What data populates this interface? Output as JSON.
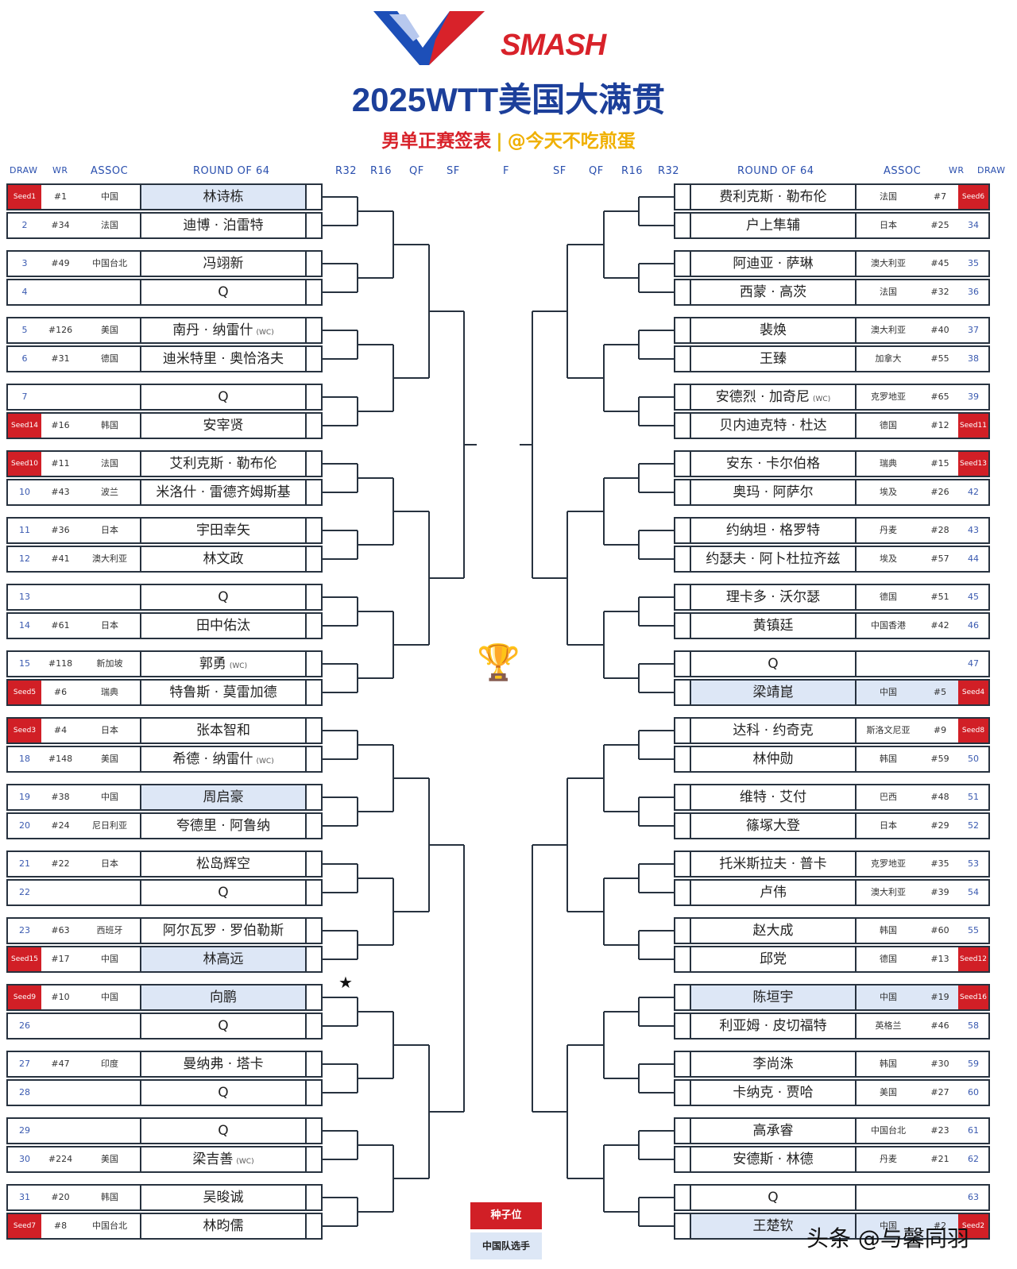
{
  "header": {
    "logo_text": "SMASH",
    "title": "2025WTT美国大满贯",
    "subtitle_left": "男单正赛签表",
    "subtitle_sep": "|",
    "subtitle_right": "@今天不吃煎蛋"
  },
  "columns": {
    "left": {
      "draw": "DRAW",
      "wr": "WR",
      "assoc": "ASSOC",
      "round": "ROUND OF 64"
    },
    "rounds": [
      "R32",
      "R16",
      "QF",
      "SF",
      "F",
      "SF",
      "QF",
      "R16",
      "R32"
    ],
    "right": {
      "round": "ROUND OF 64",
      "assoc": "ASSOC",
      "wr": "WR",
      "draw": "DRAW"
    }
  },
  "left_players": [
    {
      "draw": "Seed1",
      "seed": true,
      "wr": "#1",
      "assoc": "中国",
      "name": "林诗栋",
      "cn": true
    },
    {
      "draw": "2",
      "wr": "#34",
      "assoc": "法国",
      "name": "迪博 · 泊雷特"
    },
    {
      "draw": "3",
      "wr": "#49",
      "assoc": "中国台北",
      "name": "冯翊新"
    },
    {
      "draw": "4",
      "wr": "",
      "assoc": "",
      "name": "Q"
    },
    {
      "draw": "5",
      "wr": "#126",
      "assoc": "美国",
      "name": "南丹 · 纳雷什",
      "tag": "(WC)"
    },
    {
      "draw": "6",
      "wr": "#31",
      "assoc": "德国",
      "name": "迪米特里 · 奥恰洛夫"
    },
    {
      "draw": "7",
      "wr": "",
      "assoc": "",
      "name": "Q"
    },
    {
      "draw": "Seed14",
      "seed": true,
      "wr": "#16",
      "assoc": "韩国",
      "name": "安宰贤"
    },
    {
      "draw": "Seed10",
      "seed": true,
      "wr": "#11",
      "assoc": "法国",
      "name": "艾利克斯 · 勒布伦"
    },
    {
      "draw": "10",
      "wr": "#43",
      "assoc": "波兰",
      "name": "米洛什 · 雷德齐姆斯基"
    },
    {
      "draw": "11",
      "wr": "#36",
      "assoc": "日本",
      "name": "宇田幸矢"
    },
    {
      "draw": "12",
      "wr": "#41",
      "assoc": "澳大利亚",
      "name": "林文政"
    },
    {
      "draw": "13",
      "wr": "",
      "assoc": "",
      "name": "Q"
    },
    {
      "draw": "14",
      "wr": "#61",
      "assoc": "日本",
      "name": "田中佑汰"
    },
    {
      "draw": "15",
      "wr": "#118",
      "assoc": "新加坡",
      "name": "郭勇",
      "tag": "(WC)"
    },
    {
      "draw": "Seed5",
      "seed": true,
      "wr": "#6",
      "assoc": "瑞典",
      "name": "特鲁斯 · 莫雷加德"
    },
    {
      "draw": "Seed3",
      "seed": true,
      "wr": "#4",
      "assoc": "日本",
      "name": "张本智和"
    },
    {
      "draw": "18",
      "wr": "#148",
      "assoc": "美国",
      "name": "希德 · 纳雷什",
      "tag": "(WC)"
    },
    {
      "draw": "19",
      "wr": "#38",
      "assoc": "中国",
      "name": "周启豪",
      "cn": true
    },
    {
      "draw": "20",
      "wr": "#24",
      "assoc": "尼日利亚",
      "name": "夸德里 · 阿鲁纳"
    },
    {
      "draw": "21",
      "wr": "#22",
      "assoc": "日本",
      "name": "松岛辉空"
    },
    {
      "draw": "22",
      "wr": "",
      "assoc": "",
      "name": "Q"
    },
    {
      "draw": "23",
      "wr": "#63",
      "assoc": "西班牙",
      "name": "阿尔瓦罗 · 罗伯勒斯"
    },
    {
      "draw": "Seed15",
      "seed": true,
      "wr": "#17",
      "assoc": "中国",
      "name": "林高远",
      "cn": true
    },
    {
      "draw": "Seed9",
      "seed": true,
      "wr": "#10",
      "assoc": "中国",
      "name": "向鹏",
      "cn": true
    },
    {
      "draw": "26",
      "wr": "",
      "assoc": "",
      "name": "Q"
    },
    {
      "draw": "27",
      "wr": "#47",
      "assoc": "印度",
      "name": "曼纳弗 · 塔卡"
    },
    {
      "draw": "28",
      "wr": "",
      "assoc": "",
      "name": "Q"
    },
    {
      "draw": "29",
      "wr": "",
      "assoc": "",
      "name": "Q"
    },
    {
      "draw": "30",
      "wr": "#224",
      "assoc": "美国",
      "name": "梁吉善",
      "tag": "(WC)"
    },
    {
      "draw": "31",
      "wr": "#20",
      "assoc": "韩国",
      "name": "吴晙诚"
    },
    {
      "draw": "Seed7",
      "seed": true,
      "wr": "#8",
      "assoc": "中国台北",
      "name": "林昀儒"
    }
  ],
  "right_players": [
    {
      "draw": "Seed6",
      "seed": true,
      "wr": "#7",
      "assoc": "法国",
      "name": "费利克斯 · 勒布伦"
    },
    {
      "draw": "34",
      "wr": "#25",
      "assoc": "日本",
      "name": "户上隼辅"
    },
    {
      "draw": "35",
      "wr": "#45",
      "assoc": "澳大利亚",
      "name": "阿迪亚 · 萨琳"
    },
    {
      "draw": "36",
      "wr": "#32",
      "assoc": "法国",
      "name": "西蒙 · 高茨"
    },
    {
      "draw": "37",
      "wr": "#40",
      "assoc": "澳大利亚",
      "name": "裴焕"
    },
    {
      "draw": "38",
      "wr": "#55",
      "assoc": "加拿大",
      "name": "王臻"
    },
    {
      "draw": "39",
      "wr": "#65",
      "assoc": "克罗地亚",
      "name": "安德烈 · 加奇尼",
      "tag": "(WC)"
    },
    {
      "draw": "Seed11",
      "seed": true,
      "wr": "#12",
      "assoc": "德国",
      "name": "贝内迪克特 · 杜达"
    },
    {
      "draw": "Seed13",
      "seed": true,
      "wr": "#15",
      "assoc": "瑞典",
      "name": "安东 · 卡尔伯格"
    },
    {
      "draw": "42",
      "wr": "#26",
      "assoc": "埃及",
      "name": "奥玛 · 阿萨尔"
    },
    {
      "draw": "43",
      "wr": "#28",
      "assoc": "丹麦",
      "name": "约纳坦 · 格罗特"
    },
    {
      "draw": "44",
      "wr": "#57",
      "assoc": "埃及",
      "name": "约瑟夫 · 阿卜杜拉齐兹"
    },
    {
      "draw": "45",
      "wr": "#51",
      "assoc": "德国",
      "name": "理卡多 · 沃尔瑟"
    },
    {
      "draw": "46",
      "wr": "#42",
      "assoc": "中国香港",
      "name": "黄镇廷"
    },
    {
      "draw": "47",
      "wr": "",
      "assoc": "",
      "name": "Q"
    },
    {
      "draw": "Seed4",
      "seed": true,
      "wr": "#5",
      "assoc": "中国",
      "name": "梁靖崑",
      "cn": true
    },
    {
      "draw": "Seed8",
      "seed": true,
      "wr": "#9",
      "assoc": "斯洛文尼亚",
      "name": "达科 · 约奇克"
    },
    {
      "draw": "50",
      "wr": "#59",
      "assoc": "韩国",
      "name": "林仲勋"
    },
    {
      "draw": "51",
      "wr": "#48",
      "assoc": "巴西",
      "name": "维特 · 艾付"
    },
    {
      "draw": "52",
      "wr": "#29",
      "assoc": "日本",
      "name": "篠塚大登"
    },
    {
      "draw": "53",
      "wr": "#35",
      "assoc": "克罗地亚",
      "name": "托米斯拉夫 · 普卡"
    },
    {
      "draw": "54",
      "wr": "#39",
      "assoc": "澳大利亚",
      "name": "卢伟"
    },
    {
      "draw": "55",
      "wr": "#60",
      "assoc": "韩国",
      "name": "赵大成"
    },
    {
      "draw": "Seed12",
      "seed": true,
      "wr": "#13",
      "assoc": "德国",
      "name": "邱党"
    },
    {
      "draw": "Seed16",
      "seed": true,
      "wr": "#19",
      "assoc": "中国",
      "name": "陈垣宇",
      "cn": true
    },
    {
      "draw": "58",
      "wr": "#46",
      "assoc": "英格兰",
      "name": "利亚姆 · 皮切福特"
    },
    {
      "draw": "59",
      "wr": "#30",
      "assoc": "韩国",
      "name": "李尚洙"
    },
    {
      "draw": "60",
      "wr": "#27",
      "assoc": "美国",
      "name": "卡纳克 · 贾哈"
    },
    {
      "draw": "61",
      "wr": "#23",
      "assoc": "中国台北",
      "name": "高承睿"
    },
    {
      "draw": "62",
      "wr": "#21",
      "assoc": "丹麦",
      "name": "安德斯 · 林德"
    },
    {
      "draw": "63",
      "wr": "",
      "assoc": "",
      "name": "Q"
    },
    {
      "draw": "Seed2",
      "seed": true,
      "wr": "#2",
      "assoc": "中国",
      "name": "王楚钦",
      "cn": true
    }
  ],
  "legend": {
    "seed": "种子位",
    "chinese": "中国队选手"
  },
  "credit": "头条 @与馨同羽",
  "colors": {
    "seed_red": "#d11f26",
    "china_blue": "#dde7f6",
    "title_blue": "#1c3f9a"
  },
  "icons": {
    "trophy": "trophy-icon",
    "star": "star-icon"
  }
}
